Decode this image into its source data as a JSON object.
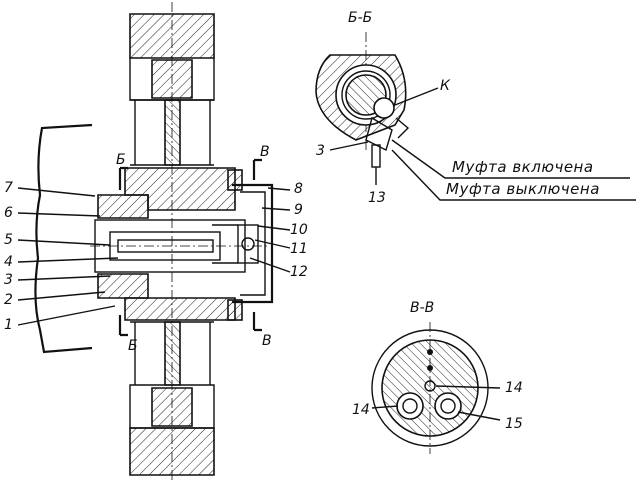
{
  "section_bb": {
    "title": "Б-Б",
    "label_k": "К",
    "label_3": "3",
    "label_13": "13",
    "clutch_on": "Муфта включена",
    "clutch_off": "Муфта выключена"
  },
  "section_vv": {
    "title": "В-В",
    "label_14_left": "14",
    "label_14_right": "14",
    "label_15": "15"
  },
  "main_view": {
    "left_labels": [
      "7",
      "6",
      "5",
      "4",
      "3",
      "2",
      "1"
    ],
    "right_labels": [
      "8",
      "9",
      "10",
      "11",
      "12"
    ],
    "section_marks": {
      "b_top": "Б",
      "b_bottom": "Б",
      "v_top": "В",
      "v_bottom": "В"
    }
  }
}
